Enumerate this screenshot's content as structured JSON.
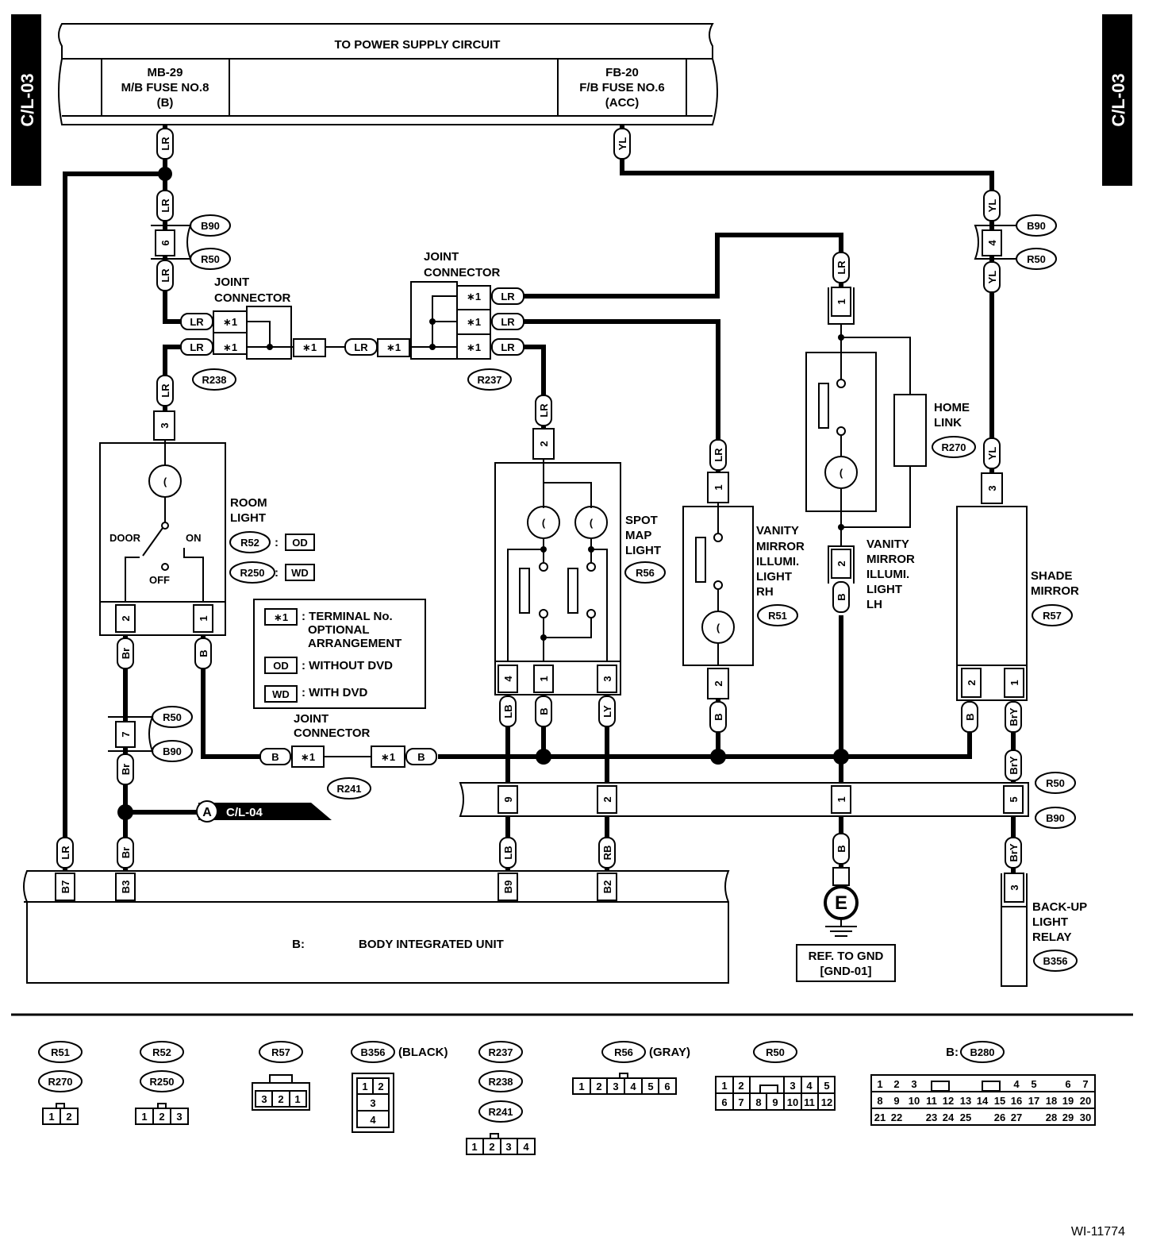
{
  "side_tags": {
    "left": "C/L-03",
    "right": "C/L-03"
  },
  "power_supply": {
    "title": "TO POWER SUPPLY CIRCUIT",
    "fuse_mb": {
      "line1": "MB-29",
      "line2": "M/B FUSE NO.8",
      "line3": "(B)"
    },
    "fuse_fb": {
      "line1": "FB-20",
      "line2": "F/B FUSE NO.6",
      "line3": "(ACC)"
    }
  },
  "wires": {
    "lr": "LR",
    "yl": "YL",
    "b": "B",
    "br": "Br",
    "lb": "LB",
    "ly": "LY",
    "rb": "RB",
    "bry": "BrY"
  },
  "connectors": {
    "b90": "B90",
    "r50": "R50",
    "r238": "R238",
    "r237": "R237",
    "r241": "R241",
    "r52": "R52",
    "r250": "R250",
    "r56": "R56",
    "r51": "R51",
    "r270": "R270",
    "r57": "R57",
    "b280": "B280",
    "b356": "B356"
  },
  "pins": {
    "p1": "1",
    "p2": "2",
    "p3": "3",
    "p4": "4",
    "p5": "5",
    "p6": "6",
    "p7": "7",
    "p9": "9",
    "b7": "B7",
    "b3": "B3",
    "b9": "B9",
    "b2": "B2"
  },
  "star_pin": "∗1",
  "labels": {
    "joint_connector_l1": "JOINT",
    "joint_connector_l2": "CONNECTOR",
    "room_light_1": "ROOM",
    "room_light_2": "LIGHT",
    "door": "DOOR",
    "on": "ON",
    "off": "OFF",
    "od": "OD",
    "wd": "WD",
    "colon": ":",
    "spot_1": "SPOT",
    "spot_2": "MAP",
    "spot_3": "LIGHT",
    "vanity_rh_1": "VANITY",
    "vanity_rh_2": "MIRROR",
    "vanity_rh_3": "ILLUMI.",
    "vanity_rh_4": "LIGHT",
    "vanity_rh_5": "RH",
    "vanity_lh_1": "VANITY",
    "vanity_lh_2": "MIRROR",
    "vanity_lh_3": "ILLUMI.",
    "vanity_lh_4": "LIGHT",
    "vanity_lh_5": "LH",
    "home_link_1": "HOME",
    "home_link_2": "LINK",
    "shade_1": "SHADE",
    "shade_2": "MIRROR",
    "backup_1": "BACK-UP",
    "backup_2": "LIGHT",
    "backup_3": "RELAY",
    "ground_symbol": "E",
    "ref_gnd_1": "REF. TO GND",
    "ref_gnd_2": "[GND-01]",
    "cl04_marker": "A",
    "cl04": "C/L-04",
    "body_unit_prefix": "B:",
    "body_unit": "BODY INTEGRATED UNIT"
  },
  "legend": {
    "star_desc_1": ": TERMINAL No.",
    "star_desc_2": "OPTIONAL",
    "star_desc_3": "ARRANGEMENT",
    "od_desc": ": WITHOUT DVD",
    "wd_desc": ": WITH DVD"
  },
  "connector_views": {
    "black": "(BLACK)",
    "gray": "(GRAY)",
    "b_prefix": "B:"
  },
  "figure_id": "WI-11774",
  "colors": {
    "line": "#000000",
    "background": "#ffffff"
  }
}
